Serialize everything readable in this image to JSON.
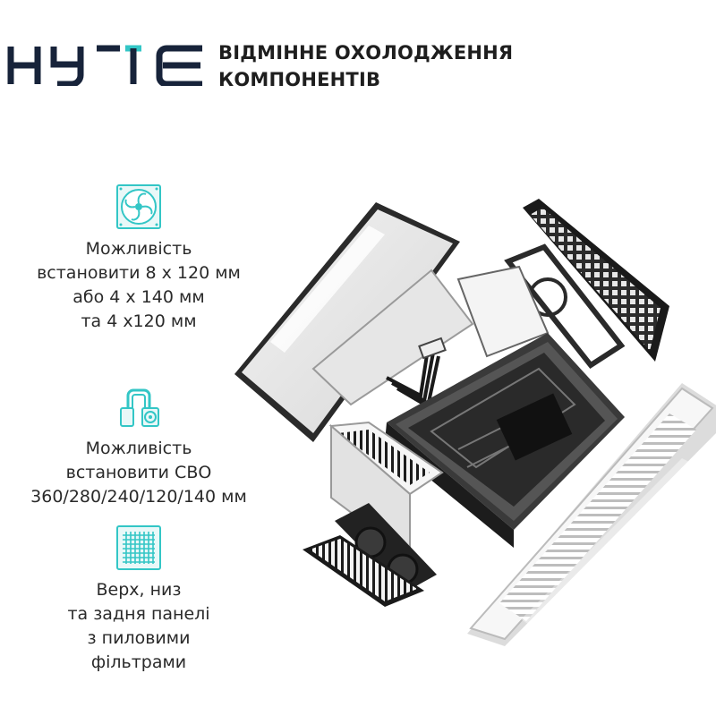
{
  "brand": {
    "logo_text": "HYTE"
  },
  "tagline": {
    "line1": "ВІДМІННЕ ОХОЛОДЖЕННЯ",
    "line2": "КОМПОНЕНТІВ"
  },
  "features": [
    {
      "icon": "fan-icon",
      "lines": [
        "Можливість",
        "встановити 8 х 120 мм",
        "або 4 х 140 мм",
        "та 4 х120 мм"
      ]
    },
    {
      "icon": "liquid-cooling-icon",
      "lines": [
        "Можливість",
        "встановити СВО",
        "360/280/240/120/140 мм"
      ]
    },
    {
      "icon": "dust-filter-icon",
      "lines": [
        "Верх, низ",
        "та задня панелі",
        "з пиловими",
        "фільтрами"
      ]
    }
  ],
  "colors": {
    "brand_dark": "#17233a",
    "accent": "#33c6c6",
    "text": "#222222"
  }
}
